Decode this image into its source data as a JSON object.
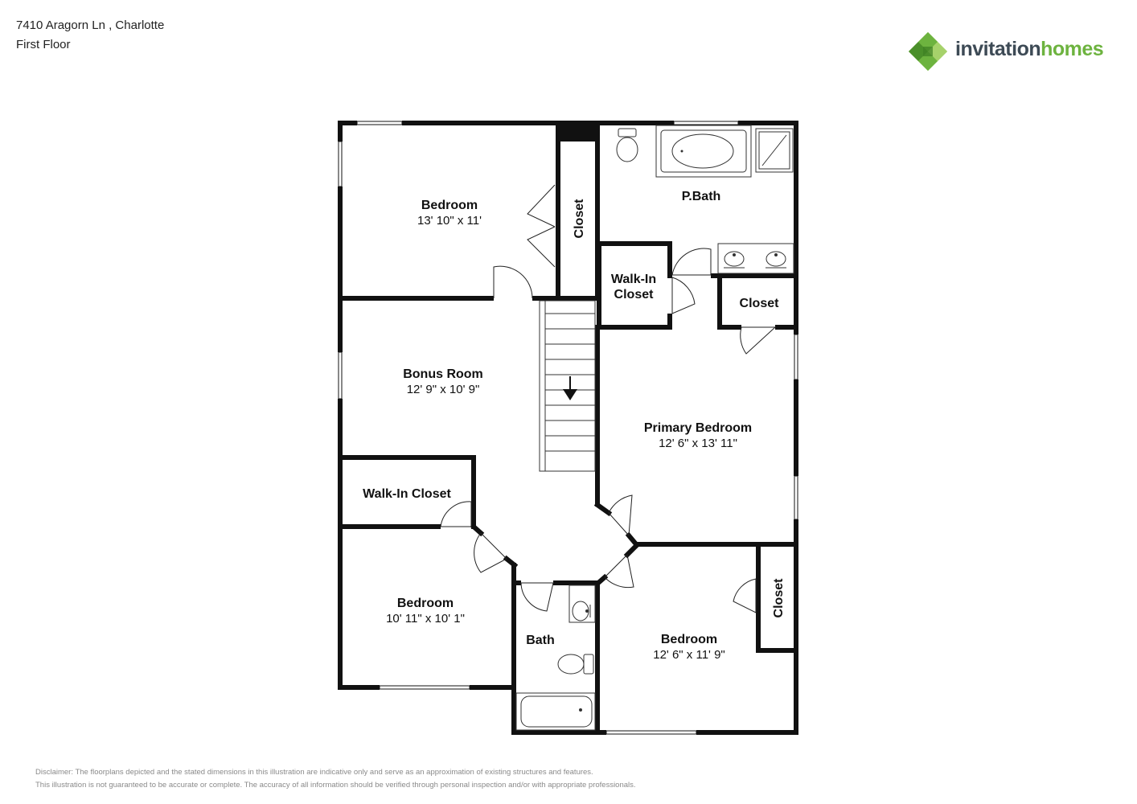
{
  "header": {
    "address": "7410 Aragorn Ln , Charlotte",
    "floor": "First Floor"
  },
  "logo": {
    "text_dark": "invitation",
    "text_green": "homes",
    "colors": {
      "dark": "#3d4a55",
      "green": "#6db33f",
      "green_light": "#8cc63f",
      "green_dark": "#4a8f2a"
    }
  },
  "rooms": {
    "bedroom_nw": {
      "name": "Bedroom",
      "size": "13' 10\" x 11'"
    },
    "closet_north": {
      "name": "Closet"
    },
    "pbath": {
      "name": "P.Bath"
    },
    "walkin_primary": {
      "name_line1": "Walk-In",
      "name_line2": "Closet"
    },
    "closet_primary": {
      "name": "Closet"
    },
    "bonus": {
      "name": "Bonus Room",
      "size": "12' 9\" x 10' 9\""
    },
    "primary": {
      "name": "Primary Bedroom",
      "size": "12' 6\" x 13' 11\""
    },
    "walkin_sw": {
      "name": "Walk-In Closet"
    },
    "bedroom_sw": {
      "name": "Bedroom",
      "size": "10' 11\" x 10' 1\""
    },
    "bath": {
      "name": "Bath"
    },
    "bedroom_se": {
      "name": "Bedroom",
      "size": "12' 6\" x 11' 9\""
    },
    "closet_se": {
      "name": "Closet"
    }
  },
  "disclaimer": {
    "line1": "Disclaimer: The floorplans depicted and the stated dimensions in this illustration are indicative only and serve as an approximation of existing structures and features.",
    "line2": "This illustration is not guaranteed to be accurate or complete. The accuracy of all information should be verified through personal inspection and/or with appropriate professionals."
  }
}
